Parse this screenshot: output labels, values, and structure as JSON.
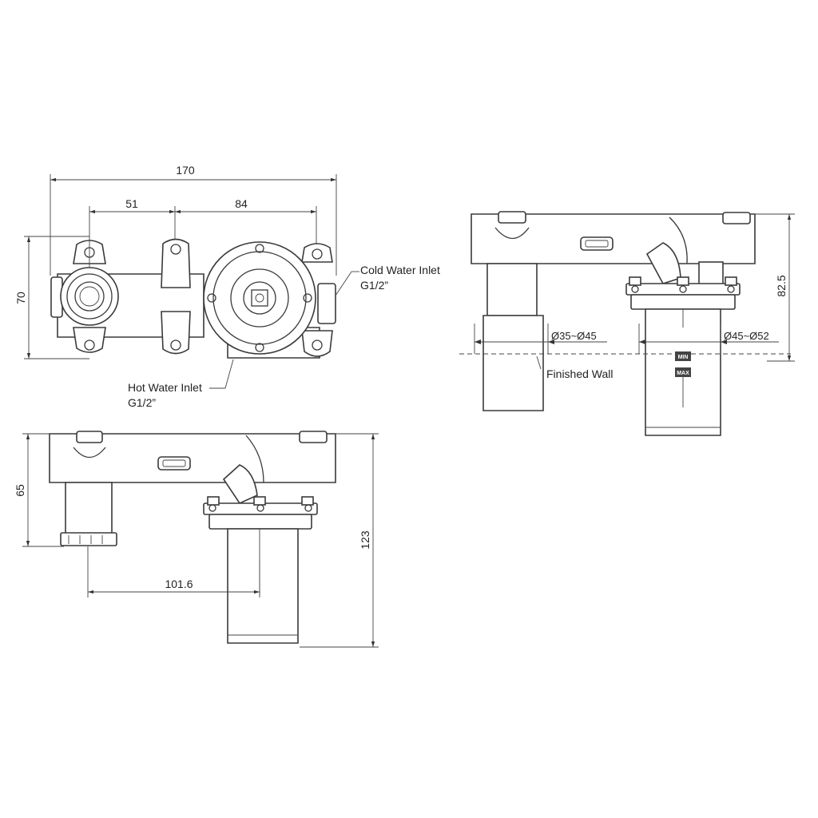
{
  "dimensions": {
    "top_width": "170",
    "top_hot_offset": "51",
    "top_cold_offset": "84",
    "top_height": "70",
    "front_height": "65",
    "front_total_height": "123",
    "front_spacing": "101.6",
    "side_depth": "82.5",
    "side_left_range": "Ø35~Ø45",
    "side_right_range": "Ø45~Ø52"
  },
  "labels": {
    "cold_inlet": "Cold Water Inlet",
    "cold_thread": "G1/2”",
    "hot_inlet": "Hot Water Inlet",
    "hot_thread": "G1/2”",
    "finished_wall": "Finished Wall",
    "min_mark": "MIN",
    "max_mark": "MAX"
  }
}
